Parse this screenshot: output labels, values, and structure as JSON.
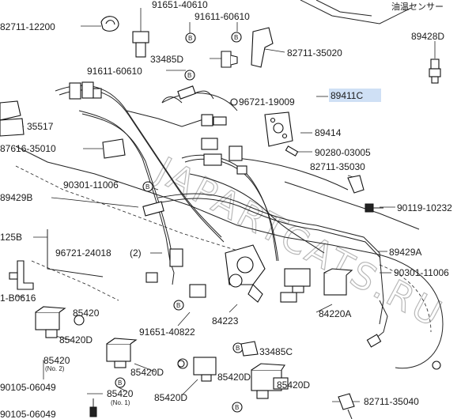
{
  "labels": {
    "p82711_12200": "82711-12200",
    "p91651_40610": "91651-40610",
    "p91611_60610_top": "91611-60610",
    "p33485D": "33485D",
    "p82711_35020": "82711-35020",
    "p89428D": "89428D",
    "p91611_60610_mid": "91611-60610",
    "p89411C": "89411C",
    "p96721_19009": "96721-19009",
    "p35517": "35517",
    "p89414": "89414",
    "p87616_35010": "87616-35010",
    "p90280_03005": "90280-03005",
    "p82711_35030": "82711-35030",
    "p90301_11006_left": "90301-11006",
    "p89429B": "89429B",
    "p90119_10232": "90119-10232",
    "p125B": "125B",
    "p96721_24018": "96721-24018",
    "p96721_24018_qty": "(2)",
    "p89429A": "89429A",
    "p90301_11006_right": "90301-11006",
    "p1_B0616": "1-B0616",
    "p85420_left": "85420",
    "p84223": "84223",
    "p84220A": "84220A",
    "p91651_40822": "91651-40822",
    "p85420D_a": "85420D",
    "p85420_no2": "85420",
    "p85420_no2_note": "(No. 2)",
    "p33485C": "33485C",
    "p85420D_b": "85420D",
    "p90105_06049": "90105-06049",
    "p85420_mid": "85420",
    "p85420_mid_note": "(No. 1)",
    "p85420D_c": "85420D",
    "p85420D_d": "85420D",
    "p82711_35040": "82711-35040",
    "p90105_06049_b": "90105-06049",
    "p85420D_e": "85420D",
    "jp_sensor": "油温センサー",
    "watermark": "JAPARTCATS.RU"
  },
  "colors": {
    "line": "#222222",
    "highlight": "#cfe0f5",
    "watermark": "#b8b8b8"
  },
  "icons": [
    "bolt-b-icon",
    "clip-icon",
    "connector-icon",
    "sensor-icon",
    "valve-icon",
    "o-ring-icon"
  ]
}
